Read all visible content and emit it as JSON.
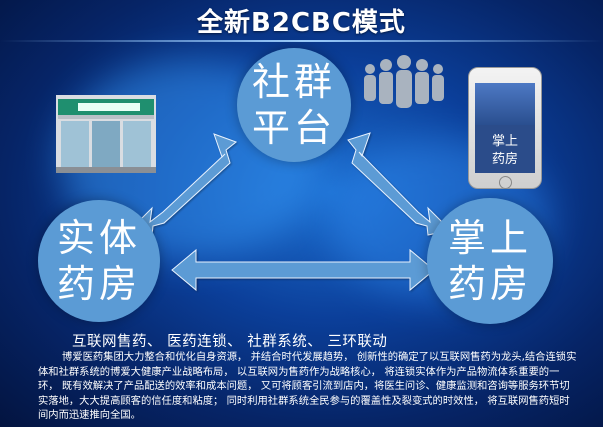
{
  "slide": {
    "title": "全新B2CBC模式",
    "nodes": {
      "community": [
        "社群",
        "平台"
      ],
      "physical_store": [
        "实体",
        "药房"
      ],
      "mobile_pharmacy": [
        "掌上",
        "药房"
      ]
    },
    "phone_screen_label": [
      "掌上",
      "药房"
    ],
    "subtitle": "互联网售药、 医药连锁、 社群系统、 三环联动",
    "body": "博爱医药集团大力整合和优化自身资源， 并结合时代发展趋势， 创新性的确定了以互联网售药为龙头,结合连锁实体和社群系统的博爱大健康产业战略布局， 以互联网为售药作为战略核心， 将连锁实体作为产品物流体系重要的一环， 既有效解决了产品配送的效率和成本问题， 又可将顾客引流到店内，将医生问诊、健康监测和咨询等服务环节切实落地，大大提高顾客的信任度和粘度； 同时利用社群系统全民参与的覆盖性及裂变式的时效性， 将互联网售药短时间内而迅速推向全国。"
  },
  "colors": {
    "circle": "#5b9bd5",
    "arrow": "#5b9bd5",
    "background": "#0b3f9a"
  }
}
